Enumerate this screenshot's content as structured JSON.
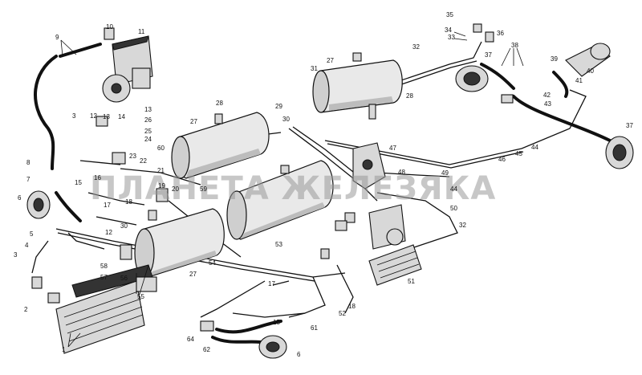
{
  "watermark": "ПЛАНЕТА ЖЕЛЕЗЯКА",
  "callouts": [
    {
      "id": "c1",
      "text": "1"
    },
    {
      "id": "c2",
      "text": "2"
    },
    {
      "id": "c3a",
      "text": "3"
    },
    {
      "id": "c3b",
      "text": "3"
    },
    {
      "id": "c4",
      "text": "4"
    },
    {
      "id": "c5",
      "text": "5"
    },
    {
      "id": "c6a",
      "text": "6"
    },
    {
      "id": "c6b",
      "text": "6"
    },
    {
      "id": "c7",
      "text": "7"
    },
    {
      "id": "c8",
      "text": "8"
    },
    {
      "id": "c9",
      "text": "9"
    },
    {
      "id": "c10",
      "text": "10"
    },
    {
      "id": "c11",
      "text": "11"
    },
    {
      "id": "c12a",
      "text": "12"
    },
    {
      "id": "c12b",
      "text": "12"
    },
    {
      "id": "c13a",
      "text": "13"
    },
    {
      "id": "c13b",
      "text": "13"
    },
    {
      "id": "c14",
      "text": "14"
    },
    {
      "id": "c15a",
      "text": "15"
    },
    {
      "id": "c15b",
      "text": "15"
    },
    {
      "id": "c16",
      "text": "16"
    },
    {
      "id": "c17a",
      "text": "17"
    },
    {
      "id": "c17b",
      "text": "17"
    },
    {
      "id": "c18a",
      "text": "18"
    },
    {
      "id": "c18b",
      "text": "18"
    },
    {
      "id": "c19",
      "text": "19"
    },
    {
      "id": "c20",
      "text": "20"
    },
    {
      "id": "c21",
      "text": "21"
    },
    {
      "id": "c22",
      "text": "22"
    },
    {
      "id": "c23",
      "text": "23"
    },
    {
      "id": "c24",
      "text": "24"
    },
    {
      "id": "c25",
      "text": "25"
    },
    {
      "id": "c26",
      "text": "26"
    },
    {
      "id": "c27a",
      "text": "27"
    },
    {
      "id": "c27b",
      "text": "27"
    },
    {
      "id": "c27c",
      "text": "27"
    },
    {
      "id": "c28a",
      "text": "28"
    },
    {
      "id": "c28b",
      "text": "28"
    },
    {
      "id": "c29",
      "text": "29"
    },
    {
      "id": "c30a",
      "text": "30"
    },
    {
      "id": "c30b",
      "text": "30"
    },
    {
      "id": "c31",
      "text": "31"
    },
    {
      "id": "c32a",
      "text": "32"
    },
    {
      "id": "c32b",
      "text": "32"
    },
    {
      "id": "c33",
      "text": "33"
    },
    {
      "id": "c34",
      "text": "34"
    },
    {
      "id": "c35",
      "text": "35"
    },
    {
      "id": "c36",
      "text": "36"
    },
    {
      "id": "c37a",
      "text": "37"
    },
    {
      "id": "c37b",
      "text": "37"
    },
    {
      "id": "c38",
      "text": "38"
    },
    {
      "id": "c39",
      "text": "39"
    },
    {
      "id": "c40",
      "text": "40"
    },
    {
      "id": "c41",
      "text": "41"
    },
    {
      "id": "c42",
      "text": "42"
    },
    {
      "id": "c43",
      "text": "43"
    },
    {
      "id": "c44a",
      "text": "44"
    },
    {
      "id": "c44b",
      "text": "44"
    },
    {
      "id": "c45",
      "text": "45"
    },
    {
      "id": "c46",
      "text": "46"
    },
    {
      "id": "c47",
      "text": "47"
    },
    {
      "id": "c48",
      "text": "48"
    },
    {
      "id": "c49",
      "text": "49"
    },
    {
      "id": "c50",
      "text": "50"
    },
    {
      "id": "c51",
      "text": "51"
    },
    {
      "id": "c52",
      "text": "52"
    },
    {
      "id": "c53",
      "text": "53"
    },
    {
      "id": "c54",
      "text": "54"
    },
    {
      "id": "c55",
      "text": "55"
    },
    {
      "id": "c56",
      "text": "56"
    },
    {
      "id": "c57",
      "text": "57"
    },
    {
      "id": "c58",
      "text": "58"
    },
    {
      "id": "c59",
      "text": "59"
    },
    {
      "id": "c60",
      "text": "60"
    },
    {
      "id": "c61",
      "text": "61"
    },
    {
      "id": "c62",
      "text": "62"
    },
    {
      "id": "c64",
      "text": "64"
    }
  ]
}
